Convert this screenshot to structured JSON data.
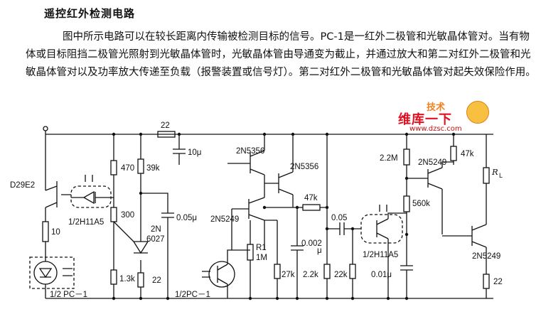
{
  "title": "遥控红外检测电路",
  "paragraph": "图中所示电路可以在较长距离内传输被检测目标的信号。PC-1是一红外二极管和光敏晶体管对。当有物体或目标阻挡二极管光照射到光敏晶体管时，光敏晶体管由导通变为截止，并通过放大和第二对红外二极管和光敏晶体管对以及功率放大传递至负载（报警装置或信号灯）。第二对红外二极管和光敏晶体管对起失效保险作用。",
  "watermark": {
    "line1": "技术",
    "line2": "维库一下",
    "line3": "www.dzsc.com",
    "colors": {
      "orange": "#f08020",
      "red": "#e01020"
    }
  },
  "schematic": {
    "labels": {
      "q1": "D29E2",
      "r_in": "10",
      "coupler1": "1/2H11A5",
      "pc1a": "1/2 PC－1",
      "r470": "470",
      "r300": "300",
      "r1k3": "1.3k",
      "r22top": "22",
      "c10": "10μ",
      "r39k": "39k",
      "ut": "2N",
      "ut2": "6027",
      "c005": "0.05μ",
      "r22b": "22",
      "q3": "2N5356",
      "q4": "2N5249",
      "r1": "R1",
      "r1v": "1M",
      "pc1b": "1/2PC－1",
      "q5": "2N5356",
      "r47k": "47k",
      "c0002a": "0.002",
      "c0002b": "μ",
      "r27k": "27k",
      "r2k2": "2.2k",
      "c005b": "0.05",
      "r22k": "22k",
      "coupler2": "1/2H11A5",
      "c001": "0.01μ",
      "r2m2": "2.2M",
      "q6": "2N5249",
      "r560k": "560k",
      "r47kb": "47k",
      "rl": "R",
      "rl_sub": "L",
      "q7": "2N5249",
      "r22c": "22"
    }
  }
}
